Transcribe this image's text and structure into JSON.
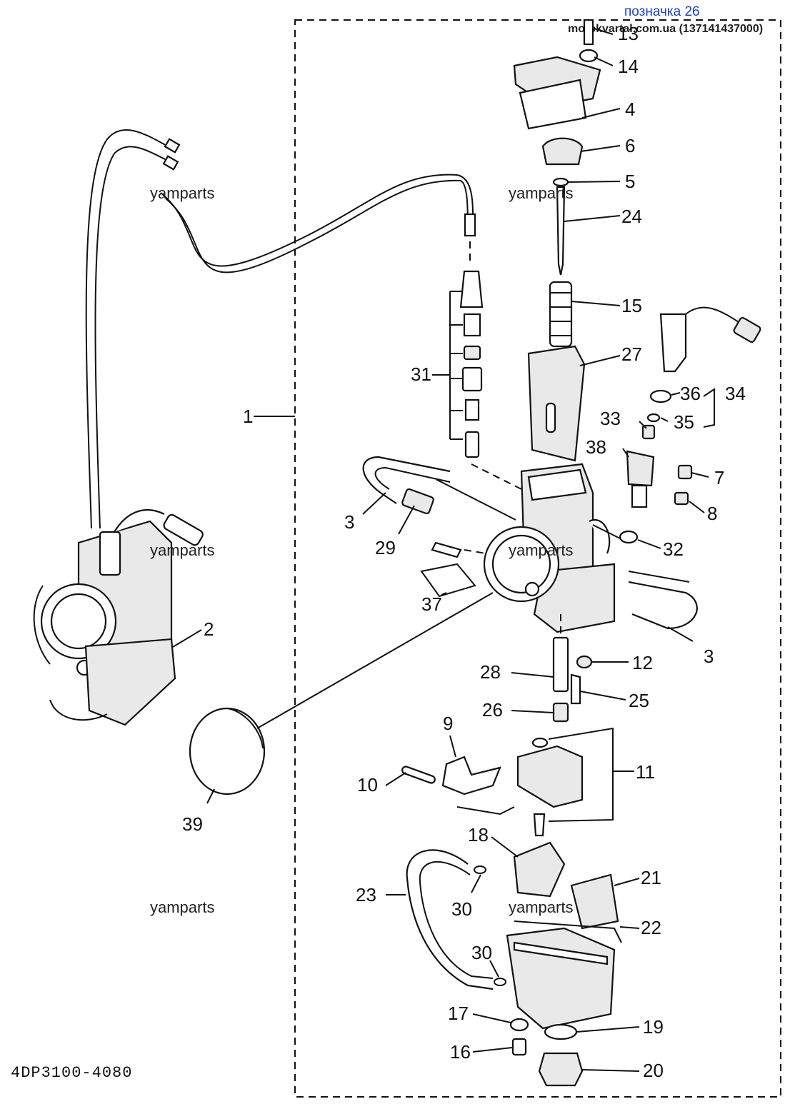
{
  "header": {
    "badge_text": "позначка 26",
    "site_text": "motokvartal.com.ua (137141437000)"
  },
  "footer": {
    "diagram_code": "4DP3100-4080"
  },
  "watermarks": [
    "yamparts",
    "yamparts",
    "yamparts",
    "yamparts",
    "yamparts",
    "yamparts"
  ],
  "callouts": {
    "c1": "1",
    "c2": "2",
    "c3a": "3",
    "c3b": "3",
    "c4": "4",
    "c5": "5",
    "c6": "6",
    "c7": "7",
    "c8": "8",
    "c9": "9",
    "c10": "10",
    "c11": "11",
    "c12": "12",
    "c13": "13",
    "c14": "14",
    "c15": "15",
    "c16": "16",
    "c17": "17",
    "c18": "18",
    "c19": "19",
    "c20": "20",
    "c21": "21",
    "c22": "22",
    "c23": "23",
    "c24": "24",
    "c25": "25",
    "c26": "26",
    "c27": "27",
    "c28": "28",
    "c29": "29",
    "c30a": "30",
    "c30b": "30",
    "c31": "31",
    "c32": "32",
    "c33": "33",
    "c34": "34",
    "c35": "35",
    "c36": "36",
    "c37": "37",
    "c38": "38",
    "c39": "39"
  }
}
